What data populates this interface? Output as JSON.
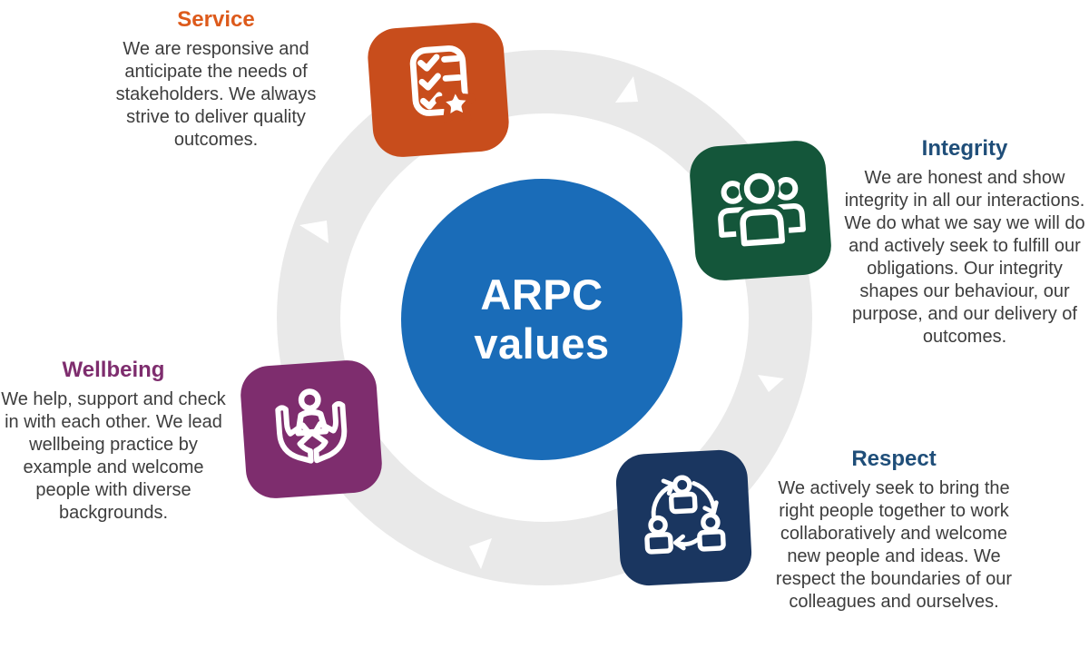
{
  "diagram_title": {
    "line1": "ARPC",
    "line2": "values",
    "circle_color": "#1a6cb8",
    "text_color": "#ffffff"
  },
  "wheel": {
    "ring_color": "#e9e9e9",
    "arrow_color": "#ffffff"
  },
  "body_text_color": "#3d3d3d",
  "values": [
    {
      "label": "Service",
      "heading_color": "#dd5a1b",
      "tile_color": "#c84d1c",
      "icon": "checklist-star-icon",
      "description": "We are responsive and anticipate the needs of stakeholders. We always strive to deliver quality outcomes."
    },
    {
      "label": "Integrity",
      "heading_color": "#1f4e79",
      "tile_color": "#14563a",
      "icon": "people-group-icon",
      "description": "We are honest and show integrity in all our interactions. We do what we say we will do and actively seek to fulfill our obligations. Our integrity shapes our behaviour, our purpose, and our delivery of outcomes."
    },
    {
      "label": "Wellbeing",
      "heading_color": "#7e2d6e",
      "tile_color": "#7e2d6e",
      "icon": "caring-hands-icon",
      "description": "We help, support and check in with each other. We lead wellbeing practice by example and welcome people with diverse backgrounds."
    },
    {
      "label": "Respect",
      "heading_color": "#1f4e79",
      "tile_color": "#1a3660",
      "icon": "people-cycle-icon",
      "description": "We actively seek to bring the right people together to work collaboratively and welcome new people and ideas. We respect the boundaries of our colleagues and ourselves."
    }
  ]
}
